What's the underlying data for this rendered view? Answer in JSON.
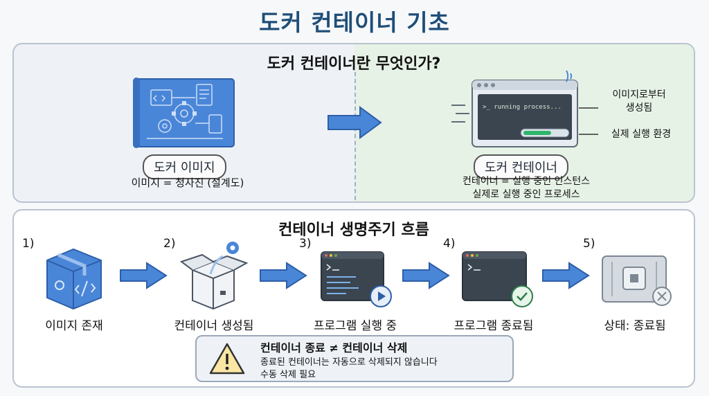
{
  "title": "도커 컨테이너 기초",
  "top_panel": {
    "heading": "도커 컨테이너란 무엇인가?",
    "image_pill": "도커 이미지",
    "image_caption": "이미지 = 청사진 (설계도)",
    "container_pill": "도커 컨테이너",
    "container_caption_1": "컨테이너 = 실행 중인 인스턴스",
    "container_caption_2": "실제로 실행 중인 프로세스",
    "terminal_text": ">_ running process...",
    "label_created": "이미지로부터\n생성됨",
    "label_env": "실제 실행 환경"
  },
  "bottom_panel": {
    "heading": "컨테이너 생명주기 흐름",
    "steps": [
      {
        "num": "1)",
        "label": "이미지 존재"
      },
      {
        "num": "2)",
        "label": "컨테이너 생성됨"
      },
      {
        "num": "3)",
        "label": "프로그램 실행 중"
      },
      {
        "num": "4)",
        "label": "프로그램 종료됨"
      },
      {
        "num": "5)",
        "label": "상태: 종료됨"
      }
    ],
    "note": {
      "title": "컨테이너 종료 ≠ 컨테이너 삭제",
      "line1": "종료된 컨테이너는 자동으로 삭제되지 않습니다",
      "line2": "수동 삭제 필요"
    }
  },
  "colors": {
    "accent_blue": "#4a86d8",
    "title_blue": "#1f4e79",
    "terminal_dark": "#3b4550",
    "progress_green": "#2fb56a"
  },
  "icons": [
    "blueprint-gear-icon",
    "arrow-right-icon",
    "terminal-window-icon",
    "box-code-icon",
    "open-box-gear-icon",
    "play-icon",
    "check-icon",
    "stopped-container-icon",
    "warning-icon"
  ]
}
